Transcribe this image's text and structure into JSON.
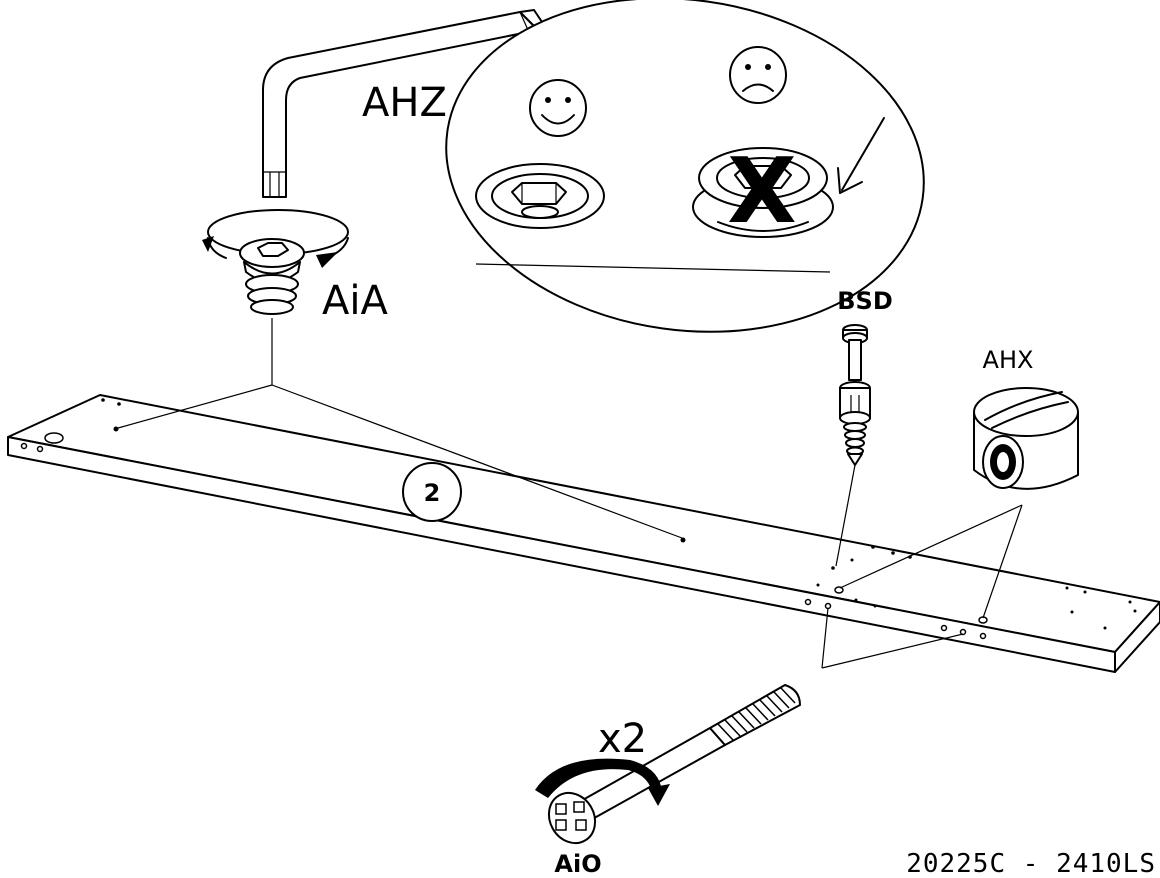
{
  "labels": {
    "allen_key": "AHZ",
    "cam_lock": "AiA",
    "bolt": "BSD",
    "barrel_nut": "AHX",
    "dowel_rod": "AiO",
    "step_number": "2",
    "quantity": "x2",
    "doc_code": "20225C - 2410LS"
  },
  "icons": {
    "correct": "smiley-face-icon",
    "incorrect": "sad-face-icon",
    "cross_mark": "X"
  },
  "colors": {
    "ink": "#000000",
    "paper": "#ffffff"
  }
}
